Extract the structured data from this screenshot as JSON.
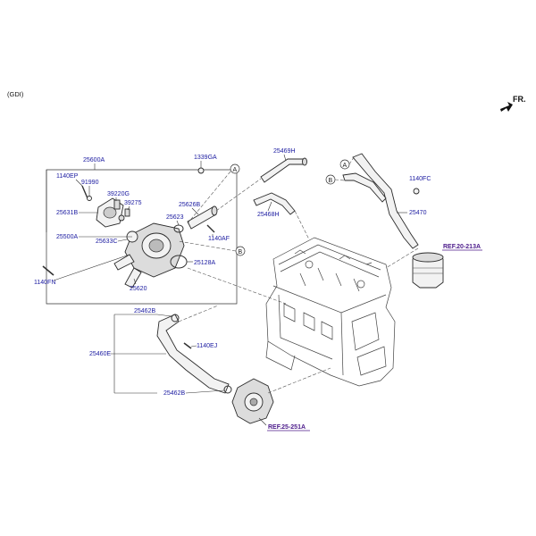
{
  "variant": "(GDI)",
  "orientation": "FR.",
  "parts": {
    "p25600A": "25600A",
    "p1339GA": "1339GA",
    "p1140EP": "1140EP",
    "p91990": "91990",
    "p39220G": "39220G",
    "p39275": "39275",
    "p25631B": "25631B",
    "p25626B": "25626B",
    "p25623": "25623",
    "p25500A": "25500A",
    "p25633C": "25633C",
    "p1140AF": "1140AF",
    "p25128A": "25128A",
    "p25620": "25620",
    "p1140FN": "1140FN",
    "p25469H": "25469H",
    "p25468H": "25468H",
    "p1140FC": "1140FC",
    "p25470": "25470",
    "p25462B_top": "25462B",
    "p1140EJ": "1140EJ",
    "p25460E": "25460E",
    "p25462B_bot": "25462B"
  },
  "refs": {
    "ref1": "REF.20-213A",
    "ref2": "REF.25-251A"
  },
  "markers": {
    "a1": "A",
    "b1": "B",
    "a2": "A",
    "b2": "B"
  }
}
